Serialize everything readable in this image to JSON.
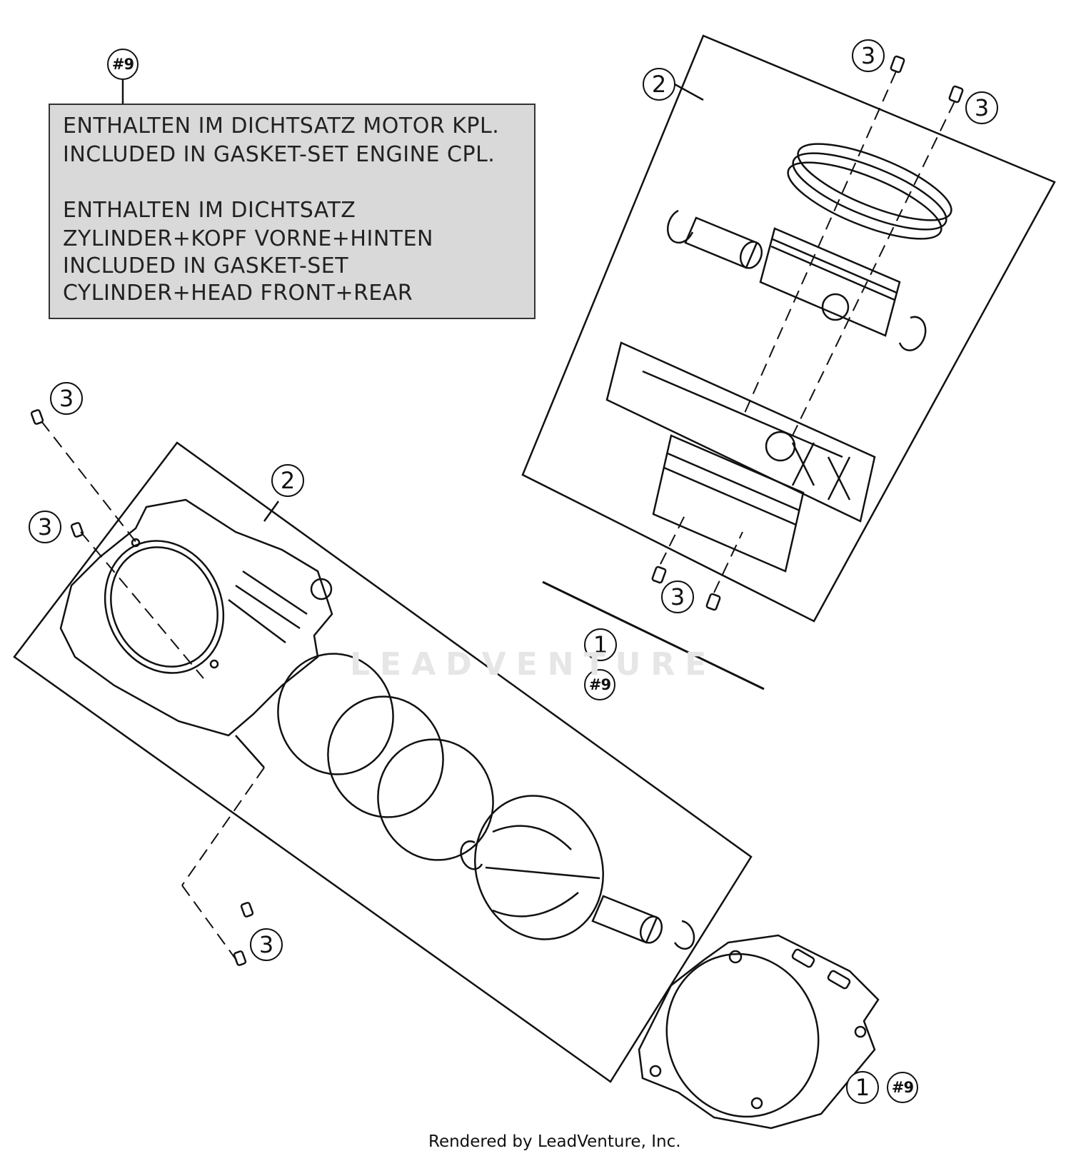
{
  "note": {
    "ref_label": "#9",
    "lines": [
      "ENTHALTEN IM DICHTSATZ MOTOR KPL.",
      "INCLUDED IN GASKET-SET ENGINE CPL.",
      "ENTHALTEN IM DICHTSATZ",
      "ZYLINDER+KOPF VORNE+HINTEN",
      "INCLUDED IN GASKET-SET",
      "CYLINDER+HEAD FRONT+REAR"
    ]
  },
  "callouts": {
    "upper_group_2": "2",
    "upper_dowel_top_3": "3",
    "upper_dowel_right_3": "3",
    "upper_dowel_bottom_3": "3",
    "upper_gasket_1": "1",
    "upper_gasket_ref": "#9",
    "lower_group_2": "2",
    "lower_dowel_a_3": "3",
    "lower_dowel_b_3": "3",
    "lower_dowel_c_3": "3",
    "lower_gasket_1": "1",
    "lower_gasket_ref": "#9"
  },
  "watermark": "LEADVENTURE",
  "footer": "Rendered by LeadVenture, Inc."
}
